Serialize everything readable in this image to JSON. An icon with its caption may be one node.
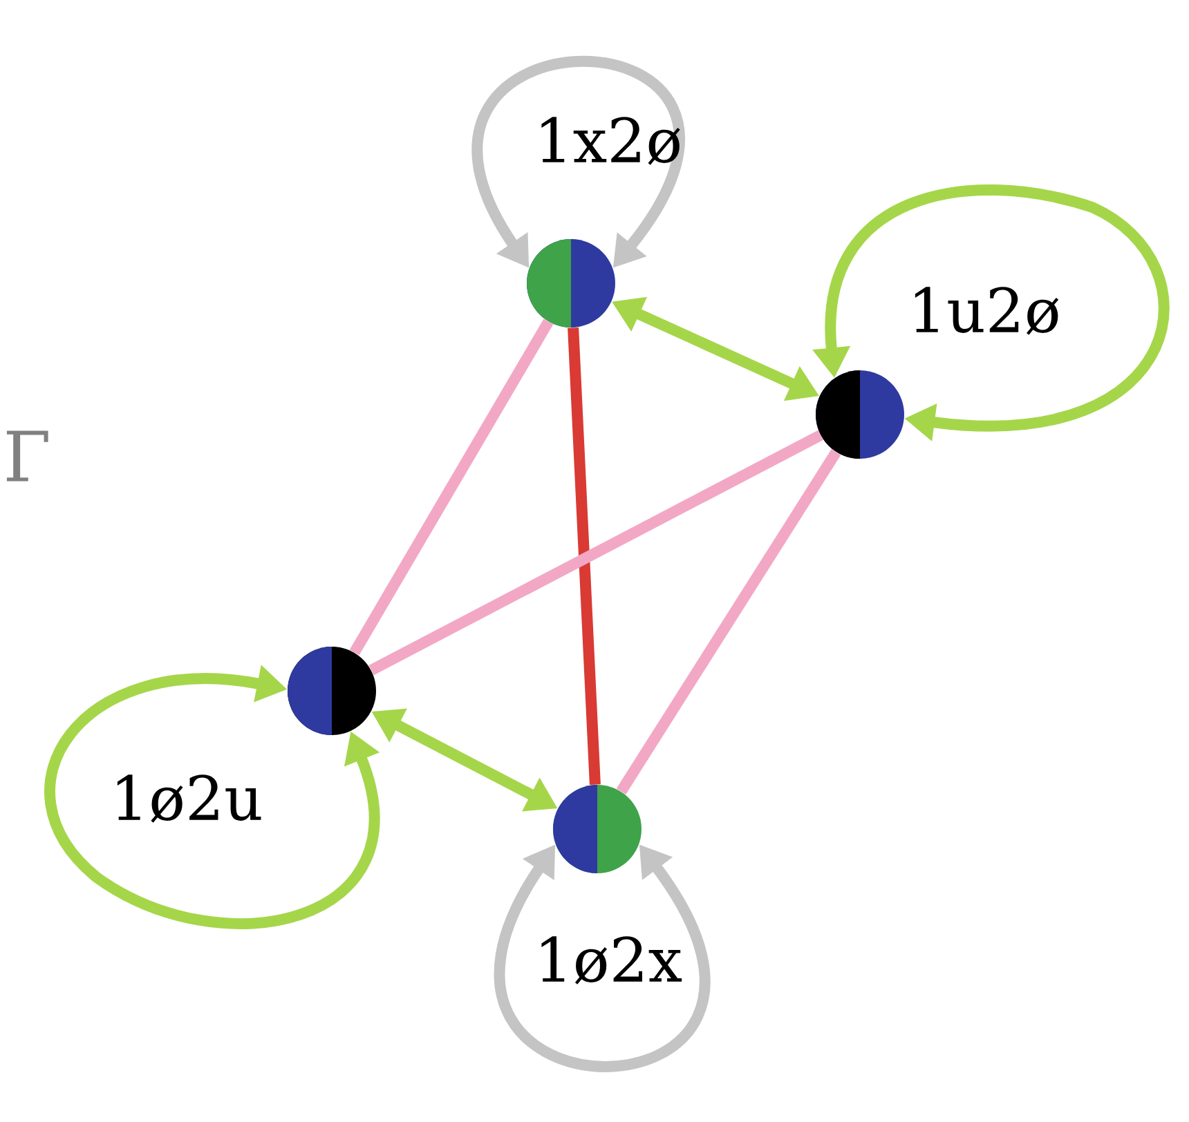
{
  "diagram": {
    "nodes": [
      {
        "text": [],
        "shape": "circle",
        "beside": [
          "1x2ø"
        ]
      },
      {
        "text": [],
        "shape": "circle",
        "beside": [
          "1u2ø"
        ]
      },
      {
        "text": [],
        "shape": "circle",
        "beside": [
          "1ø2u"
        ]
      },
      {
        "text": [],
        "shape": "circle",
        "beside": [
          "1ø2x"
        ]
      }
    ],
    "edges": [
      {
        "from": 0,
        "to": 0,
        "arrow": "both",
        "color": "#c4c4c4"
      },
      {
        "from": 1,
        "to": 1,
        "arrow": "both"
      },
      {
        "from": 2,
        "to": 2,
        "arrow": "both"
      },
      {
        "from": 3,
        "to": 3,
        "arrow": "both",
        "color": "#c4c4c4"
      },
      {
        "from": 0,
        "to": 1,
        "arrow": "both"
      },
      {
        "from": 2,
        "to": 3,
        "arrow": "both"
      },
      {
        "from": 0,
        "to": 3,
        "arrow": "none",
        "color": "#d93a34"
      },
      {
        "from": 0,
        "to": 2,
        "arrow": "none",
        "color": "#f2a8c4"
      },
      {
        "from": 1,
        "to": 2,
        "arrow": "none",
        "color": "#f2a8c4"
      },
      {
        "from": 1,
        "to": 3,
        "arrow": "none",
        "color": "#f2a8c4"
      }
    ],
    "labels": [
      "Γ"
    ]
  }
}
